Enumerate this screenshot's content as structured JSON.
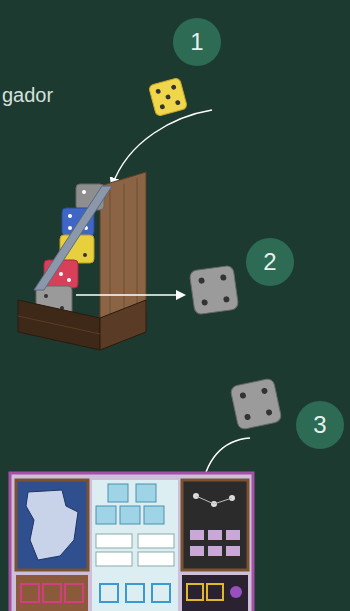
{
  "diagram": {
    "nodes": [
      {
        "text": [
          "1"
        ]
      },
      {
        "text": [
          "2"
        ]
      },
      {
        "text": [
          "3"
        ]
      }
    ],
    "labels": [
      "gador"
    ]
  }
}
